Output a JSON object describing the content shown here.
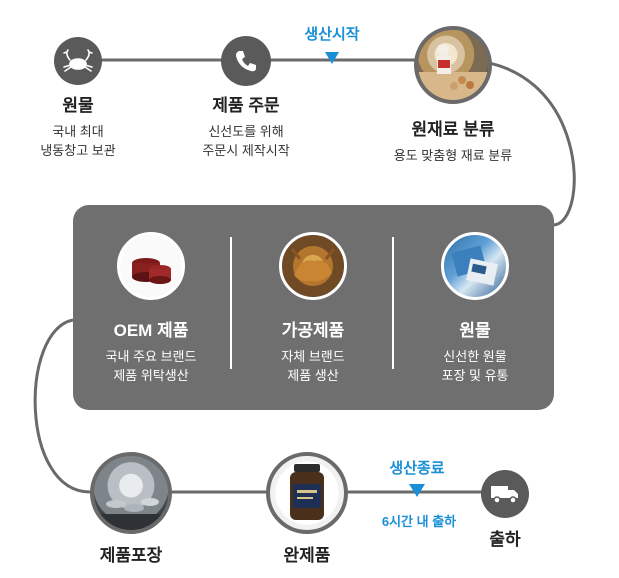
{
  "markers": {
    "start_label": "생산시작",
    "end_label": "생산종료",
    "end_note": "6시간 내 출하"
  },
  "steps": {
    "raw": {
      "title": "원물",
      "desc": "국내 최대\n냉동창고 보관",
      "icon": "crab-icon"
    },
    "order": {
      "title": "제품 주문",
      "desc": "신선도를 위해\n주문시 제작시작",
      "icon": "phone-icon"
    },
    "sorting": {
      "title": "원재료 분류",
      "desc": "용도 맞춤형 재료 분류"
    },
    "packaging": {
      "title": "제품포장"
    },
    "finished": {
      "title": "완제품"
    },
    "shipping": {
      "title": "출하",
      "icon": "truck-icon"
    }
  },
  "panel": {
    "items": [
      {
        "title": "OEM 제품",
        "desc": "국내 주요 브랜드\n제품 위탁생산"
      },
      {
        "title": "가공제품",
        "desc": "자체 브랜드\n제품 생산"
      },
      {
        "title": "원물",
        "desc": "신선한 원물\n포장 및 유통"
      }
    ]
  },
  "colors": {
    "line": "#6a6a6a",
    "icon_bg": "#5a5a5a",
    "panel_bg": "#6f6f6f",
    "marker": "#1a8fd8"
  }
}
